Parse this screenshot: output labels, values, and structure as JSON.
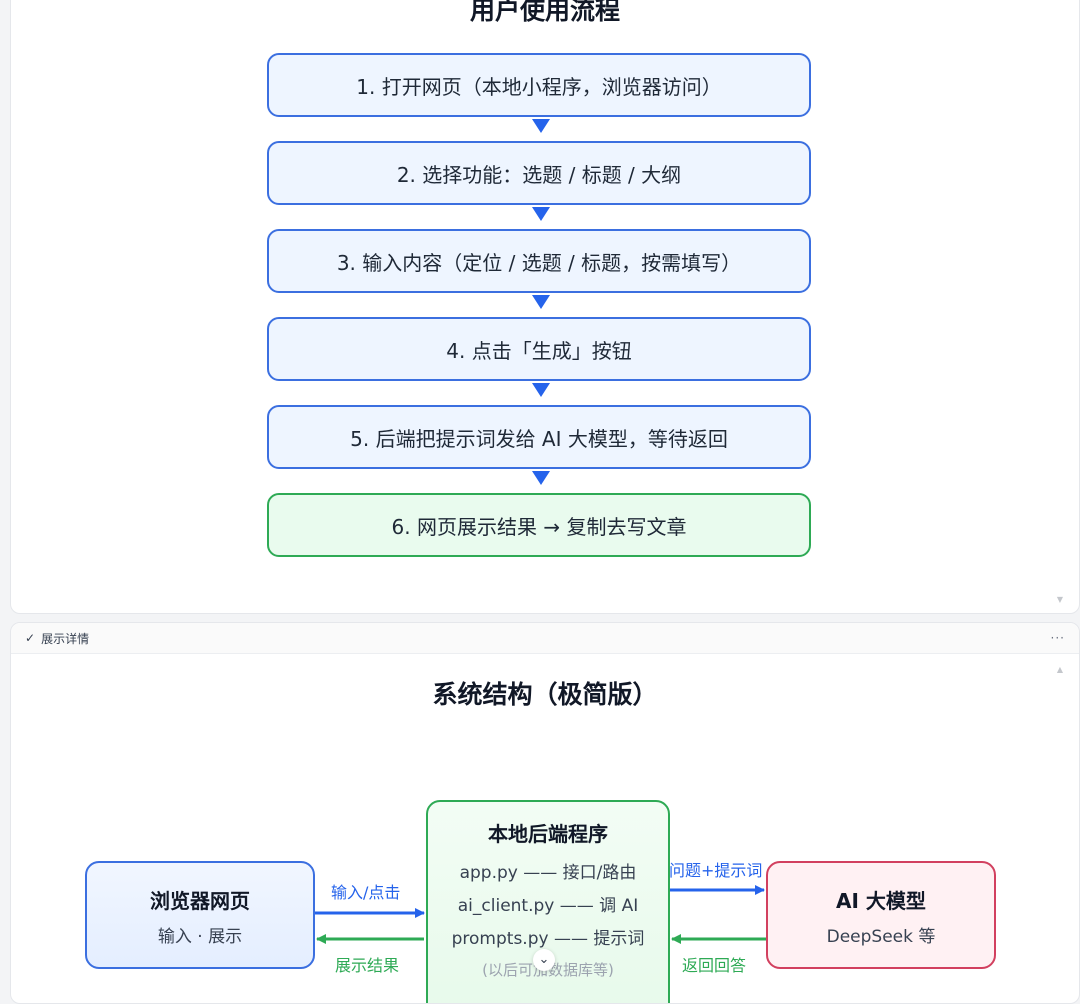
{
  "flow": {
    "title": "用户使用流程",
    "steps": [
      "1. 打开网页（本地小程序，浏览器访问）",
      "2. 选择功能：选题 / 标题 / 大纲",
      "3. 输入内容（定位 / 选题 / 标题，按需填写）",
      "4. 点击「生成」按钮",
      "5. 后端把提示词发给 AI 大模型，等待返回",
      "6. 网页展示结果 → 复制去写文章"
    ]
  },
  "details_bar": {
    "label": "展示详情",
    "check_icon": "check-icon",
    "more_icon": "more-icon"
  },
  "system": {
    "title": "系统结构（极简版）",
    "browser": {
      "title": "浏览器网页",
      "subtitle": "输入 · 展示"
    },
    "backend": {
      "title": "本地后端程序",
      "lines": [
        "app.py —— 接口/路由",
        "ai_client.py —— 调 AI",
        "prompts.py —— 提示词"
      ],
      "note": "(以后可加数据库等)"
    },
    "ai": {
      "title": "AI 大模型",
      "subtitle": "DeepSeek 等"
    },
    "edges": {
      "browser_to_backend": "输入/点击",
      "backend_to_browser": "展示结果",
      "backend_to_ai": "问题+提示词",
      "ai_to_backend": "返回回答"
    }
  },
  "colors": {
    "step_border": "#3b6fe0",
    "step_fill": "#eef5ff",
    "final_border": "#2eaa55",
    "final_fill": "#e9fbee",
    "arrow_blue": "#2563eb",
    "arrow_green": "#2eaa55",
    "ai_border": "#d2405f"
  }
}
